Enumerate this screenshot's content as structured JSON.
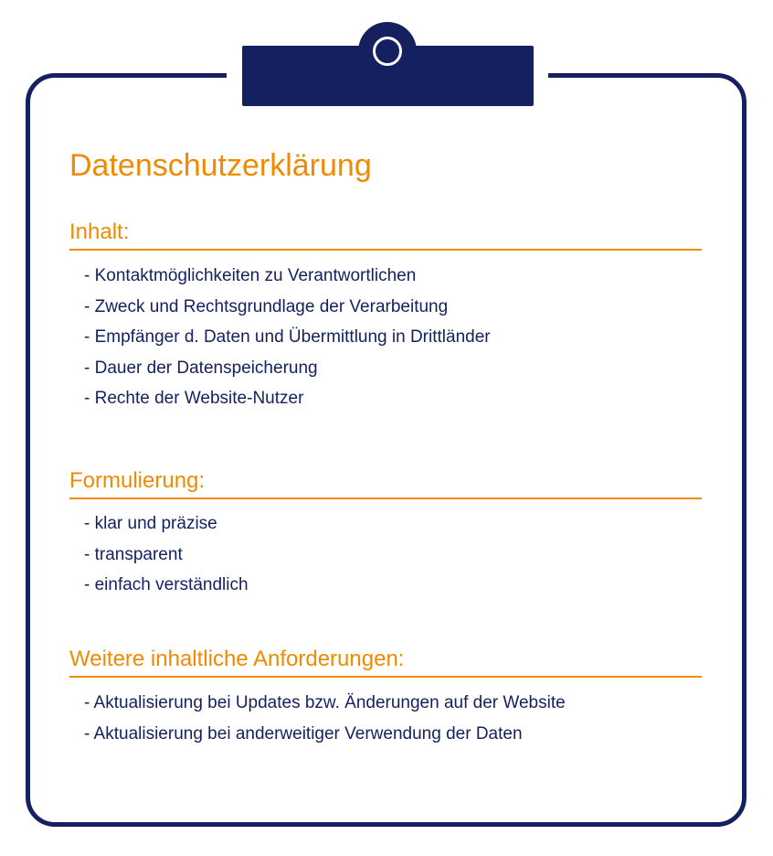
{
  "title": "Datenschutzerklärung",
  "sections": [
    {
      "heading": "Inhalt:",
      "items": [
        "- Kontaktmöglichkeiten zu Verantwortlichen",
        "- Zweck und Rechtsgrundlage der Verarbeitung",
        "- Empfänger d. Daten und Übermittlung in Drittländer",
        "- Dauer der Datenspeicherung",
        "- Rechte der Website-Nutzer"
      ]
    },
    {
      "heading": "Formulierung:",
      "items": [
        "- klar und präzise",
        "- transparent",
        "- einfach verständlich"
      ]
    },
    {
      "heading": "Weitere inhaltliche Anforderungen:",
      "items": [
        "- Aktualisierung bei Updates bzw. Änderungen auf der Website",
        "- Aktualisierung bei anderweitiger Verwendung der Daten"
      ]
    }
  ],
  "colors": {
    "navy": "#14205f",
    "orange": "#f08a00",
    "background": "#ffffff"
  }
}
